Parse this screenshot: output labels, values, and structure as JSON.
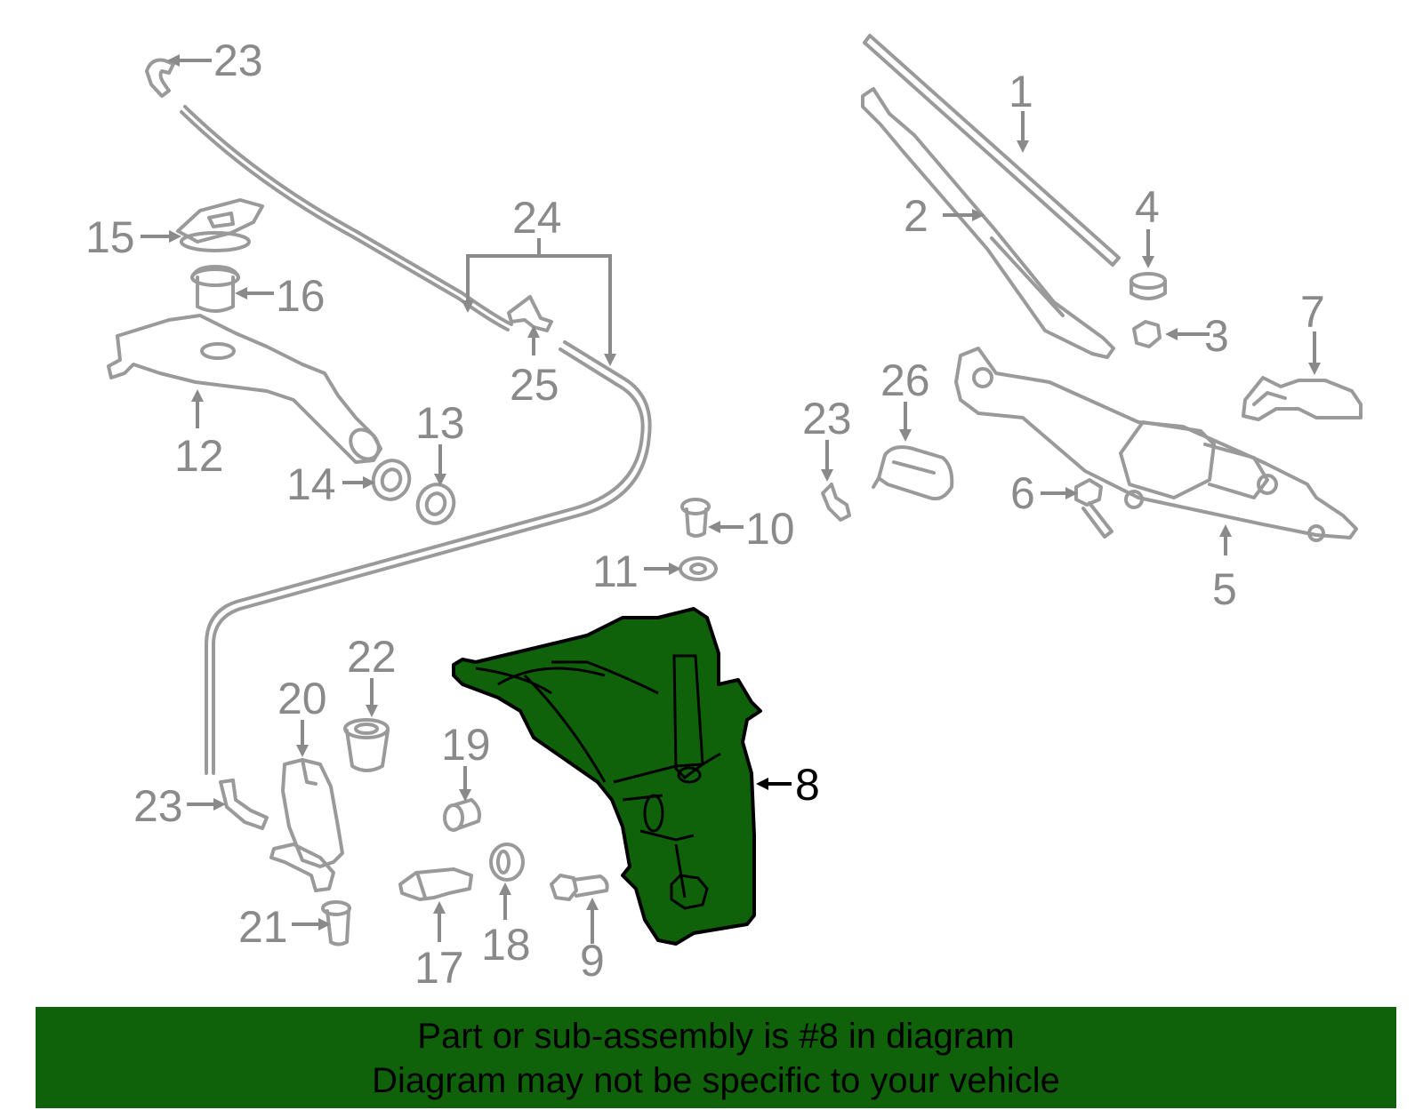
{
  "colors": {
    "highlight_fill": "#0f620a",
    "part_stroke": "#9a9a9a",
    "label_gray": "#8a8a8a",
    "banner_bg": "#0f620a"
  },
  "callouts": {
    "c1": "1",
    "c2": "2",
    "c3": "3",
    "c4": "4",
    "c5": "5",
    "c6": "6",
    "c7": "7",
    "c8": "8",
    "c9": "9",
    "c10": "10",
    "c11": "11",
    "c12": "12",
    "c13": "13",
    "c14": "14",
    "c15": "15",
    "c16": "16",
    "c17": "17",
    "c18": "18",
    "c19": "19",
    "c20": "20",
    "c21": "21",
    "c22": "22",
    "c23a": "23",
    "c23b": "23",
    "c23c": "23",
    "c24": "24",
    "c25": "25",
    "c26": "26"
  },
  "banner": {
    "line1": "Part or sub-assembly is #8 in diagram",
    "line2": "Diagram may not be specific to your vehicle"
  }
}
